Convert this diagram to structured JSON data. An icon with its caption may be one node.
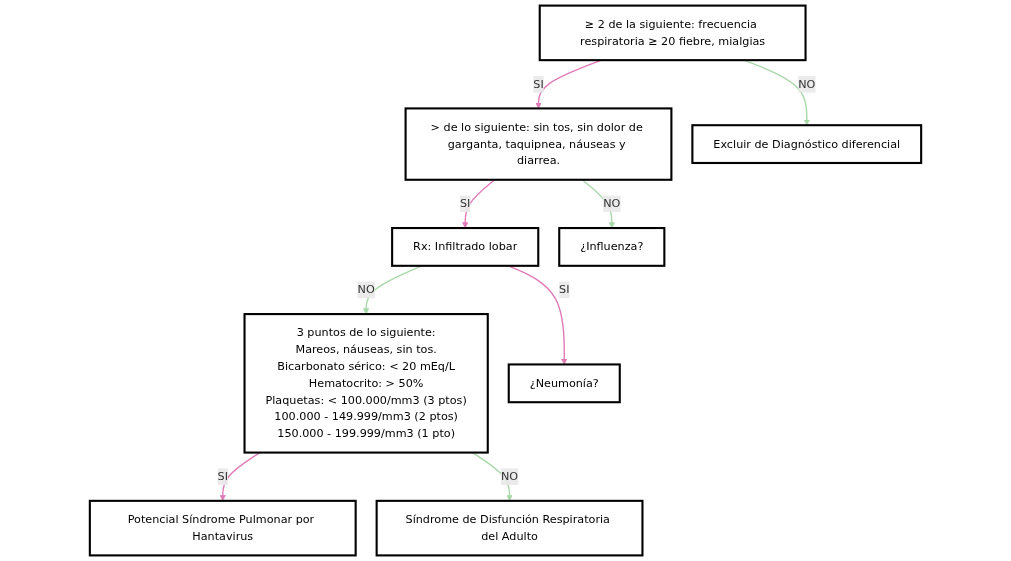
{
  "diagram": {
    "nodes": [
      {
        "text": [
          "≥ 2 de la siguiente: frecuencia respiratoria ≥ 20 fiebre, mialgias"
        ]
      },
      {
        "text": [
          "> de lo siguiente: sin tos, sin dolor de garganta, taquipnea, náuseas y diarrea."
        ]
      },
      {
        "text": [
          "Rx: Infiltrado lobar"
        ]
      },
      {
        "text": [
          "3 puntos de lo siguiente:",
          "Mareos, náuseas, sin tos.",
          "Bicarbonato sérico: < 20 mEq/L",
          "Hematocrito: > 50%",
          "Plaquetas: < 100.000/mm3 (3 ptos)",
          "100.000 - 149.999/mm3 (2 ptos)",
          "150.000 - 199.999/mm3 (1 pto)"
        ]
      },
      {
        "text": [
          "Excluir de Diagnóstico diferencial"
        ]
      },
      {
        "text": [
          "¿Influenza?"
        ]
      },
      {
        "text": [
          "¿Neumonía?"
        ]
      },
      {
        "text": [
          "Potencial Síndrome Pulmonar por Hantavirus"
        ]
      },
      {
        "text": [
          "Síndrome de Disfunción Respiratoria del Adulto"
        ]
      }
    ],
    "edges": [
      {
        "from": 0,
        "to": 1,
        "arrow": "to",
        "label": "SI",
        "color": "#e07ab8"
      },
      {
        "from": 1,
        "to": 2,
        "arrow": "to",
        "label": "SI",
        "color": "#e07ab8"
      },
      {
        "from": 2,
        "to": 3,
        "arrow": "to",
        "label": "NO",
        "color": "#a8d8a8"
      },
      {
        "from": 0,
        "to": 4,
        "arrow": "to",
        "label": "NO",
        "color": "#a8d8a8"
      },
      {
        "from": 1,
        "to": 5,
        "arrow": "to",
        "label": "NO",
        "color": "#a8d8a8"
      },
      {
        "from": 2,
        "to": 6,
        "arrow": "to",
        "label": "SI",
        "color": "#e07ab8"
      },
      {
        "from": 3,
        "to": 7,
        "arrow": "to",
        "label": "SI",
        "color": "#e07ab8"
      },
      {
        "from": 3,
        "to": 8,
        "arrow": "to",
        "label": "NO",
        "color": "#a8d8a8"
      }
    ]
  }
}
